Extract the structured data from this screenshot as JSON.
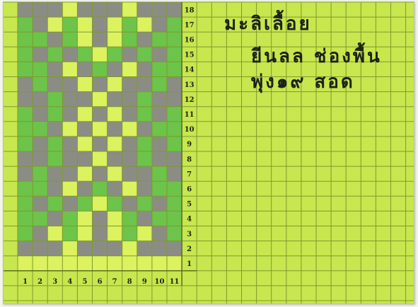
{
  "sheet": {
    "title_lines": [
      "มะลิเลื้อย",
      "ยีนลล ช่องพื้น",
      "พุ่ง๑๙ สอด"
    ]
  },
  "grid": {
    "colors": {
      "paper": "#c8e64e",
      "grid_line": "#7e9a2c",
      "pattern_gray": "#8b8d84",
      "pattern_green": "#6cc44a",
      "pattern_yellow": "#dcf25e",
      "label_color": "#1d2415"
    },
    "column_numbers": [
      "1",
      "2",
      "3",
      "4",
      "5",
      "6",
      "7",
      "8",
      "9",
      "10",
      "11"
    ],
    "row_numbers": [
      "18",
      "17",
      "16",
      "15",
      "14",
      "13",
      "12",
      "11",
      "10",
      "9",
      "8",
      "7",
      "6",
      "5",
      "4",
      "3",
      "2",
      "1"
    ],
    "pattern_rows": [
      "GGGYGGGYGGG",
      "VGYVYGYVYGV",
      "VVGVYGYVGVV",
      "VGVGVYVGVGV",
      "VVGYGVGYGVV",
      "GVGGYGYGGVG",
      "GGVGGYGGVGG",
      "VGVGYGYGVGV",
      "VVGYGYGYGVV",
      "VGVGYGYGVGV",
      "GGVGGYGGVGG",
      "GVGGYGYGGVG",
      "VVGYGVGYGVV",
      "VGVGVYVGVGV",
      "VVGVYGYVGVV",
      "VGYVYGYVYGV",
      "GGGYGGGYGGG",
      "YYYYYYYYYYY"
    ]
  }
}
